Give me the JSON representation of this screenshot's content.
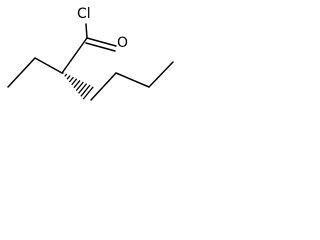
{
  "molecule": {
    "atoms": {
      "chlorine": "Cl",
      "oxygen": "O"
    },
    "stereo_bond": "hashed-wedge",
    "bond_color": "#000000"
  }
}
